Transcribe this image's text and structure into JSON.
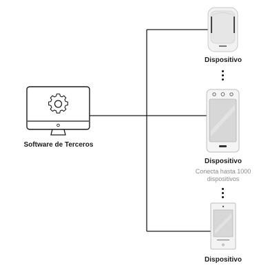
{
  "software": {
    "label": "Software de Terceros",
    "icon": "monitor-gear-icon"
  },
  "devices": [
    {
      "label": "Dispositivo",
      "icon": "card-reader-icon"
    },
    {
      "label": "Dispositivo",
      "icon": "face-terminal-icon",
      "note": "Conecta hasta 1000 dispositivos"
    },
    {
      "label": "Dispositivo",
      "icon": "access-panel-icon"
    }
  ],
  "colors": {
    "line": "#1a1a1a",
    "text": "#1a1a1a",
    "subtext": "#8a8a8a",
    "device_body": "#f4f4f4",
    "screen": "#d9d9d9"
  }
}
